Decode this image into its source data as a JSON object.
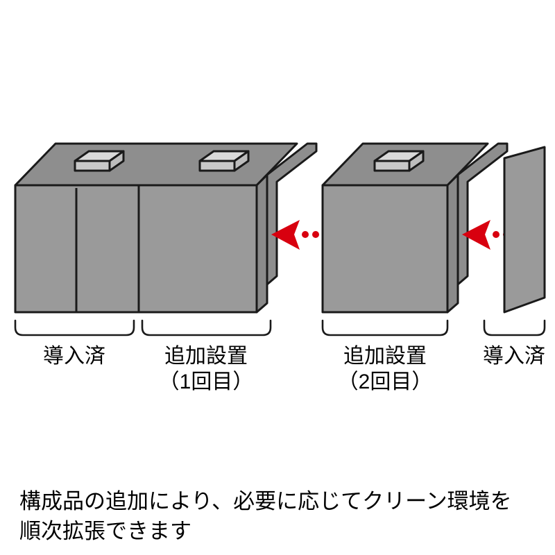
{
  "diagram": {
    "type": "isometric-illustration",
    "subject": "clean-booth-expansion",
    "colors": {
      "front_face": "#9a9a9a",
      "top_face": "#8e8e8e",
      "side_face": "#8a8a8a",
      "panel_face": "#9a9a9a",
      "ffu_top": "#d9d9d9",
      "ffu_front": "#c2c2c2",
      "outline": "#1a1a1a",
      "arrow": "#d8000f",
      "background": "#ffffff",
      "text": "#000000"
    },
    "modules": [
      {
        "id": "existing-left",
        "kind": "booth-body",
        "bracket_label_index": 0
      },
      {
        "id": "added-first",
        "kind": "booth-body",
        "bracket_label_index": 1
      },
      {
        "id": "added-second",
        "kind": "booth-body",
        "bracket_label_index": 2
      },
      {
        "id": "existing-right-panel",
        "kind": "wall-panel",
        "bracket_label_index": 3
      }
    ],
    "arrows": [
      {
        "id": "arrow-left",
        "direction": "left",
        "dot_count": 4
      },
      {
        "id": "arrow-right",
        "direction": "left",
        "dot_count": 4
      }
    ],
    "ffu_count": 3
  },
  "labels": [
    {
      "id": "label-existing-left",
      "line1": "導入済",
      "line2": ""
    },
    {
      "id": "label-added-1",
      "line1": "追加設置",
      "line2": "（1回目）"
    },
    {
      "id": "label-added-2",
      "line1": "追加設置",
      "line2": "（2回目）"
    },
    {
      "id": "label-existing-right",
      "line1": "導入済",
      "line2": ""
    }
  ],
  "caption": {
    "line1": "構成品の追加により、必要に応じてクリーン環境を",
    "line2": "順次拡張できます"
  }
}
